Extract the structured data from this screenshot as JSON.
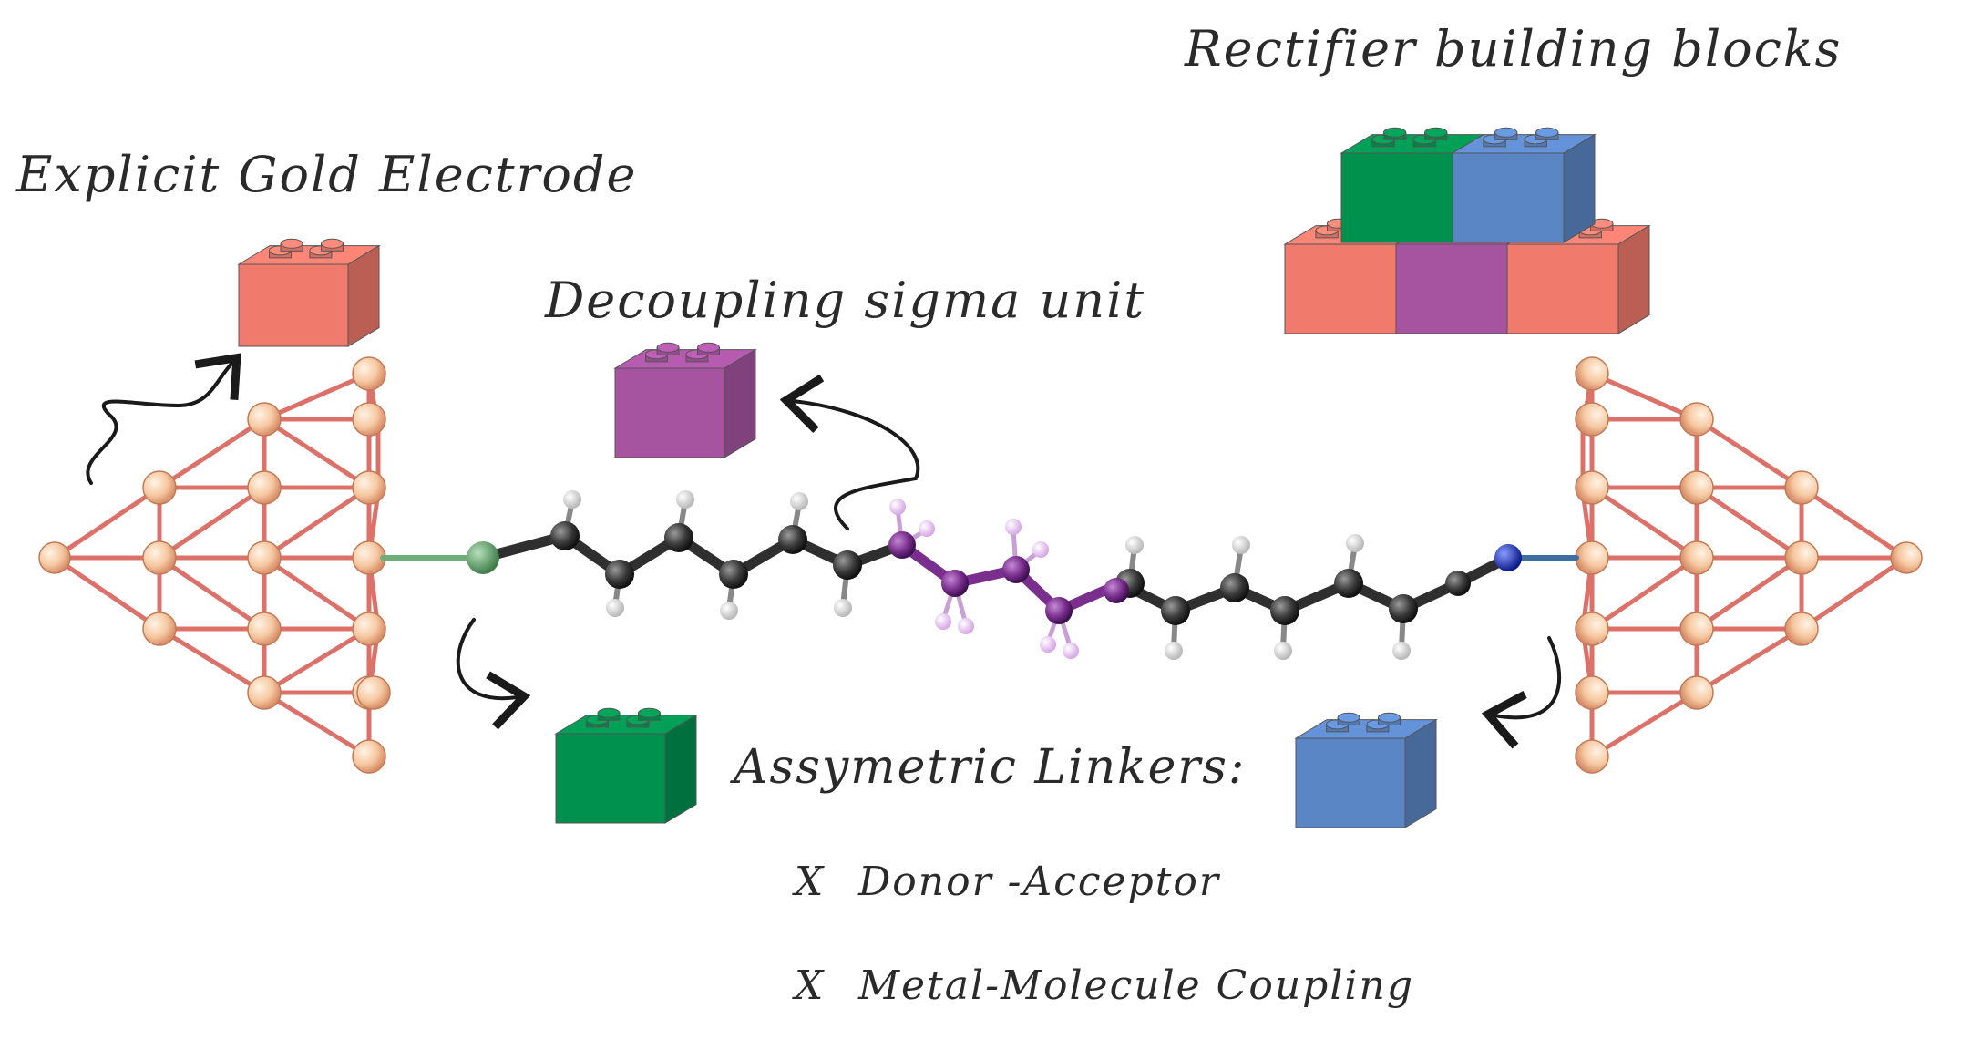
{
  "labels": {
    "gold_electrode": "Explicit Gold Electrode",
    "rectifier_blocks": "Rectifier building blocks",
    "sigma_unit": "Decoupling sigma unit",
    "linkers_title": "Assymetric Linkers:"
  },
  "bullets": [
    {
      "marker": "X",
      "text": "Donor -Acceptor"
    },
    {
      "marker": "X",
      "text": "Metal-Molecule Coupling"
    }
  ],
  "colors": {
    "block_red": "#f07a6c",
    "block_purple": "#a653a0",
    "block_green": "#00914f",
    "block_blue": "#5b86c6",
    "gold_atom": "#f6c9a2",
    "gold_bond": "#d9625a",
    "carbon": "#3a3a3a",
    "hydrogen": "#e8e8e8",
    "sigma_atom": "#7a2f8f",
    "sulfur_atom": "#5a9a64",
    "nitrogen_atom": "#1a2fb8"
  },
  "blocks": {
    "electrode": "red",
    "sigma": "purple",
    "left_linker": "green",
    "right_linker": "blue",
    "stack": [
      "green",
      "blue",
      "red",
      "purple",
      "red"
    ]
  }
}
